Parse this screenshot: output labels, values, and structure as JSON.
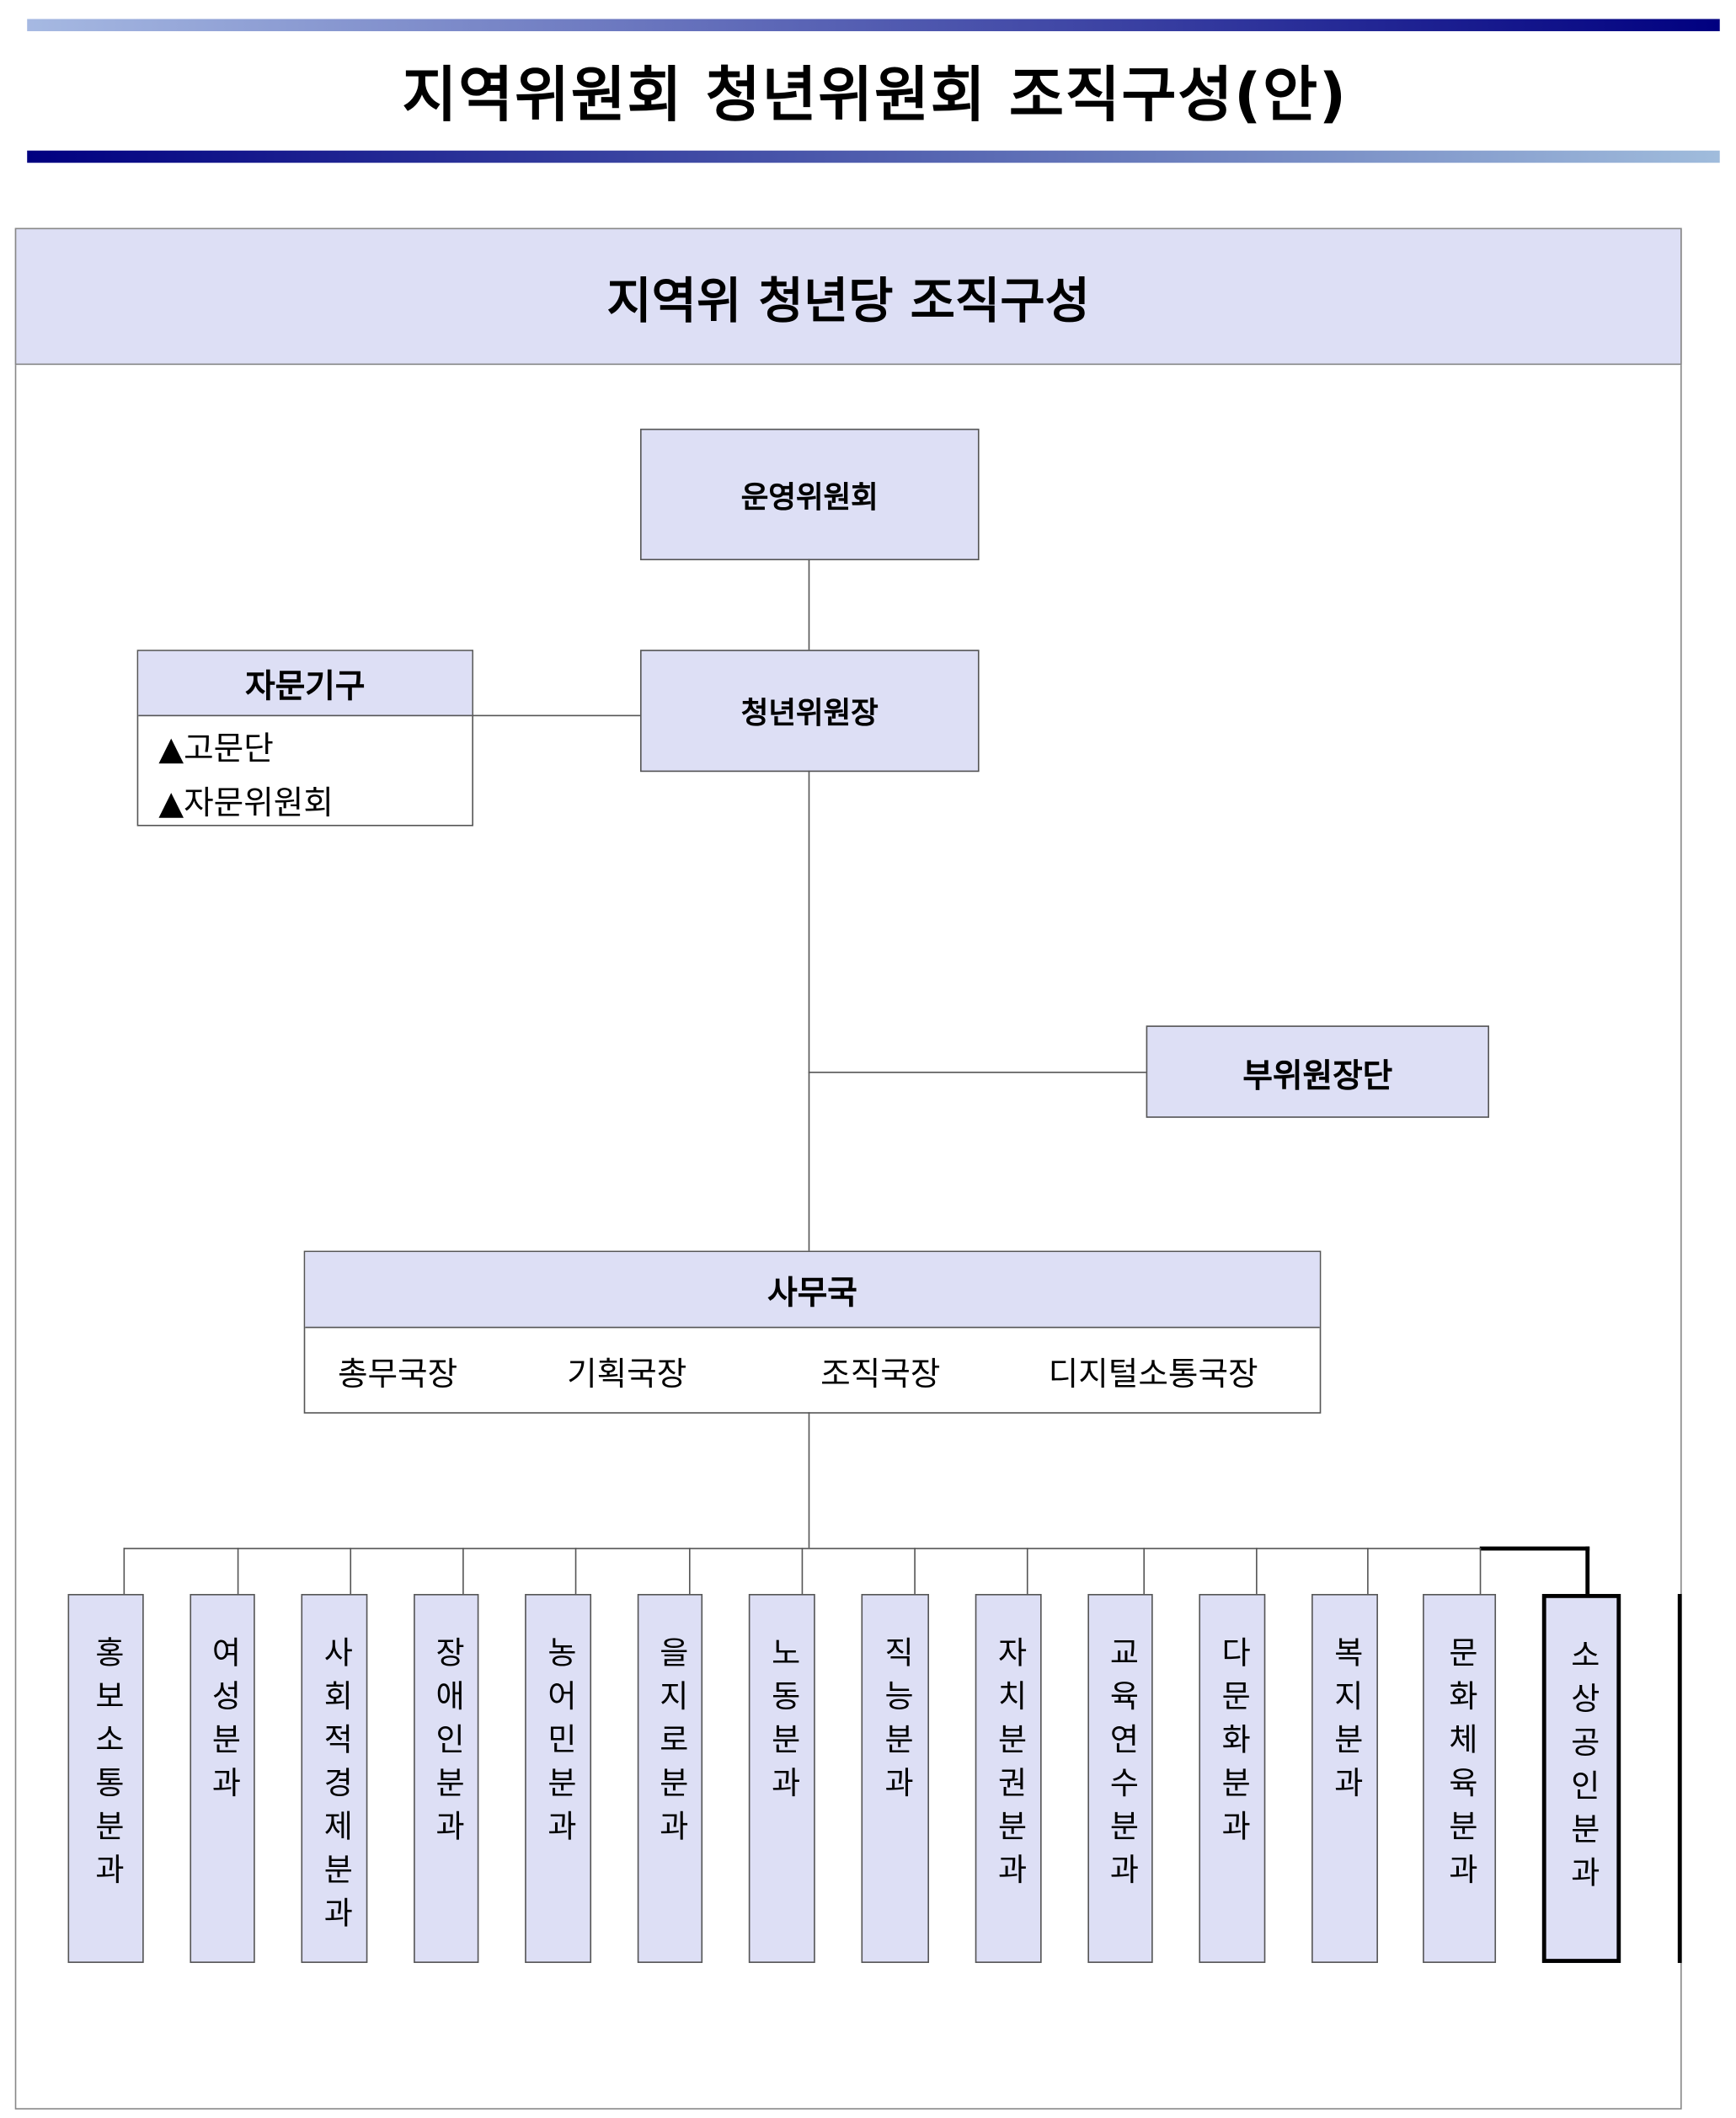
{
  "page_title": "지역위원회 청년위원회 조직구성(안)",
  "section_title": "지역위 청년당 조직구성",
  "steering": "운영위원회",
  "chair": "청년위원장",
  "advisory": {
    "title": "자문기구",
    "items": [
      "▲고문단",
      "▲자문위원회"
    ]
  },
  "vice_chairs": "부위원장단",
  "secretariat": {
    "title": "사무국",
    "members": [
      "총무국장",
      "기획국장",
      "조직국장",
      "디지털소통국장"
    ]
  },
  "departments": [
    "홍보소통분과",
    "여성분과",
    "사회적경제분과",
    "장애인분과",
    "농어민분과",
    "을지로분과",
    "노동분과",
    "직능분과",
    "자치분권분과",
    "교육연수분과",
    "다문화분과",
    "복지분과",
    "문화체육분과",
    "소상공인분과"
  ],
  "colors": {
    "box_fill": "#dddff5",
    "bar_dark": "#000080",
    "bar_light": "#a6b9e2"
  }
}
